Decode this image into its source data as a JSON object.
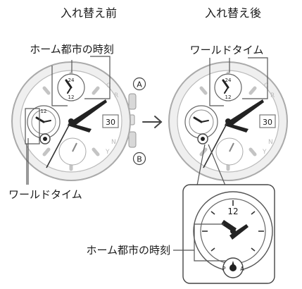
{
  "headers": {
    "before": "入れ替え前",
    "after": "入れ替え後"
  },
  "labels": {
    "home_time_before": "ホーム都市の時刻",
    "world_time_before": "ワールドタイム",
    "world_time_after": "ワールドタイム",
    "home_time_after": "ホーム都市の時刻"
  },
  "markers": {
    "a": "A",
    "b": "B"
  },
  "dial": {
    "date_before": "30",
    "date_after": "30",
    "sub_top_24": "24",
    "sub_top_12": "12",
    "sub_left_12": "12",
    "after_sub_top_24": "24",
    "after_sub_top_12": "12",
    "zoom_12": "12",
    "zoom_p": "P",
    "zoom_a": "A"
  },
  "colors": {
    "line": "#555555",
    "hand": "#222222",
    "bezel": "#aaaaaa",
    "button": "#999999"
  }
}
